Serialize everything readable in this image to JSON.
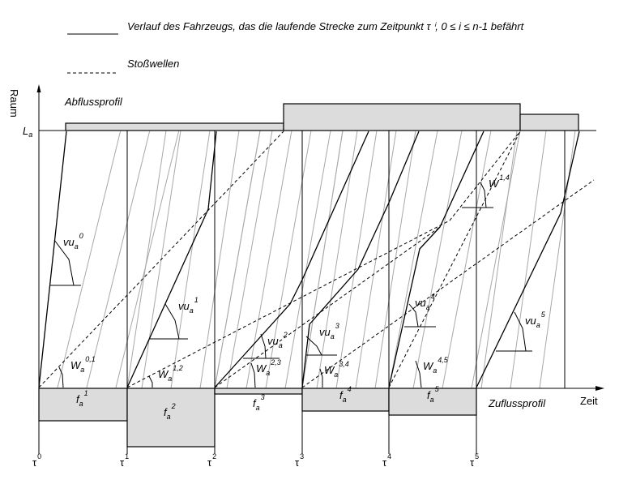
{
  "legend": {
    "solid_text": "Verlauf des Fahrzeugs, das die laufende Strecke zum Zeitpunkt τ ⁱ, 0 ≤ i ≤ n-1 befährt",
    "dashed_text": "Stoßwellen"
  },
  "axes": {
    "y_label": "Raum",
    "x_label": "Zeit",
    "top_level": {
      "base": "L",
      "sub": "a"
    }
  },
  "profiles": {
    "outflow_label": "Abflussprofil",
    "inflow_label": "Zuflussprofil"
  },
  "time_points": [
    {
      "base": "τ",
      "sup": "0"
    },
    {
      "base": "τ",
      "sup": "1"
    },
    {
      "base": "τ",
      "sup": "2"
    },
    {
      "base": "τ",
      "sup": "3"
    },
    {
      "base": "τ",
      "sup": "4"
    },
    {
      "base": "τ",
      "sup": "5"
    }
  ],
  "inflow_labels": [
    {
      "base": "f",
      "sub": "a",
      "sup": "1"
    },
    {
      "base": "f",
      "sub": "a",
      "sup": "2"
    },
    {
      "base": "f",
      "sub": "a",
      "sup": "3"
    },
    {
      "base": "f",
      "sub": "a",
      "sup": "4"
    },
    {
      "base": "f",
      "sub": "a",
      "sup": "5"
    }
  ],
  "speed_labels": [
    {
      "base": "vu",
      "sub": "a",
      "sup": "0"
    },
    {
      "base": "vu",
      "sub": "a",
      "sup": "1"
    },
    {
      "base": "vu",
      "sub": "a",
      "sup": "2"
    },
    {
      "base": "vu",
      "sub": "a",
      "sup": "3"
    },
    {
      "base": "vu",
      "sub": "a",
      "sup": "4"
    },
    {
      "base": "vu",
      "sub": "a",
      "sup": "5"
    }
  ],
  "shockwave_labels": [
    {
      "base": "W",
      "sub": "a",
      "sup": "0,1"
    },
    {
      "base": "W",
      "sub": "a",
      "sup": "1,2"
    },
    {
      "base": "W",
      "sub": "a",
      "sup": "2,3"
    },
    {
      "base": "W",
      "sub": "a",
      "sup": "3,4"
    },
    {
      "base": "W",
      "sub": "a",
      "sup": "4,5"
    },
    {
      "base": "W",
      "sub": "",
      "sup": "1,4"
    }
  ]
}
